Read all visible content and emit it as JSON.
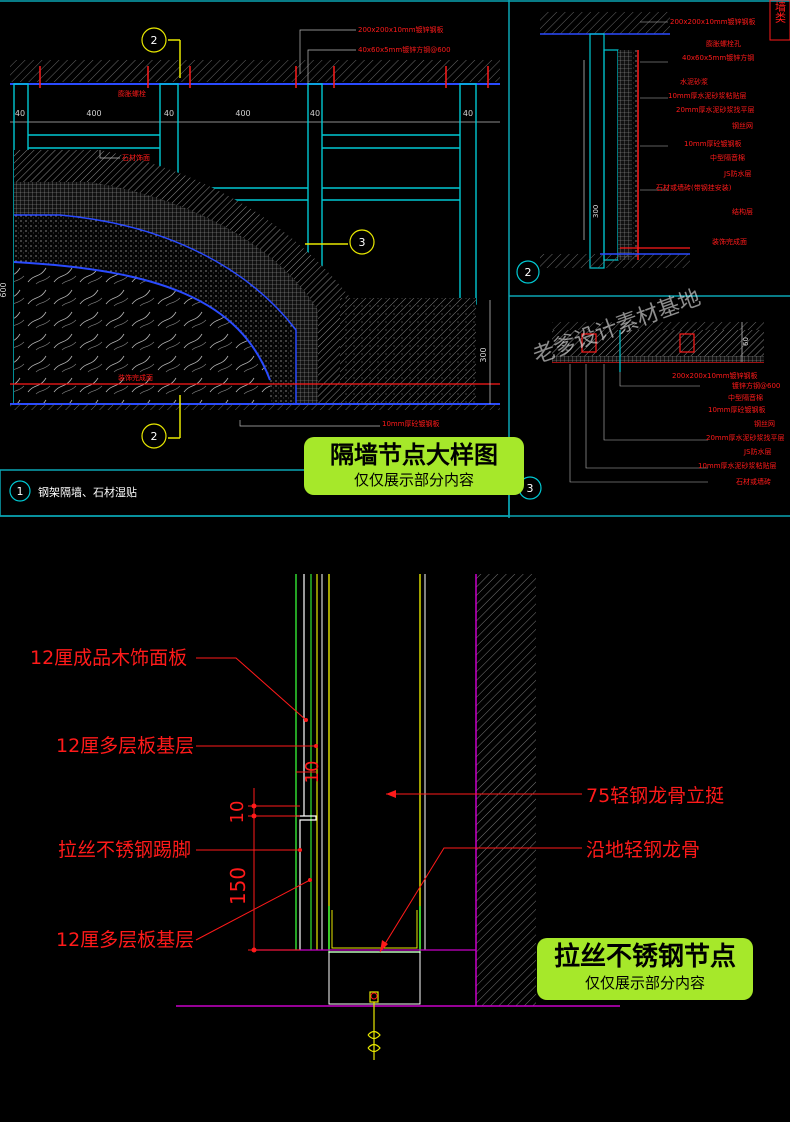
{
  "top": {
    "title_badge": {
      "main": "隔墙节点大样图",
      "sub": "仅仅展示部分内容"
    },
    "watermark": "老爹设计素材基地",
    "corner_tag": "墙类",
    "detail1": {
      "number": "1",
      "caption": "钢架隔墙、石材湿贴",
      "callout_2": "2",
      "callout_3": "3",
      "dims": [
        "40",
        "400",
        "40",
        "400",
        "40",
        "40"
      ],
      "dim_side": "300",
      "dim_left": "600",
      "labels": {
        "plate": "200x200x10mm镀锌钢板",
        "tube": "40x60x5mm镀锌方钢@600",
        "bolt": "膨胀螺栓",
        "stone": "石材饰面",
        "finish": "装饰完成面",
        "bottom_plate": "10mm厚砼镀钢板"
      }
    },
    "detail2": {
      "number": "2",
      "dim": "300",
      "labels": [
        "200x200x10mm镀锌钢板",
        "膨胀螺栓孔",
        "40x60x5mm镀锌方钢",
        "水泥砂浆",
        "10mm厚水泥砂浆粘贴层",
        "20mm厚水泥砂浆找平层",
        "钢丝网",
        "10mm厚砼镀钢板",
        "中型隔音棉",
        "JS防水层",
        "石材或墙砖(带钢挂安装)",
        "结构层",
        "装饰完成面"
      ]
    },
    "detail3": {
      "number": "3",
      "dim": "60",
      "labels": [
        "200x200x10mm镀锌钢板",
        "镀锌方钢@600",
        "中型隔音棉",
        "10mm厚砼镀钢板",
        "钢丝网",
        "20mm厚水泥砂浆找平层",
        "JS防水层",
        "10mm厚水泥砂浆粘贴层",
        "石材或墙砖"
      ]
    }
  },
  "bottom": {
    "title_badge": {
      "main": "拉丝不锈钢节点",
      "sub": "仅仅展示部分内容"
    },
    "labels": {
      "wood_panel": "12厘成品木饰面板",
      "plywood_top": "12厘多层板基层",
      "skirting": "拉丝不锈钢踢脚",
      "plywood_bottom": "12厘多层板基层",
      "stud": "75轻钢龙骨立挺",
      "floor_runner": "沿地轻钢龙骨"
    },
    "dims": {
      "gap": "10",
      "height": "150",
      "offset": "10"
    }
  },
  "colors": {
    "cyan": "#00c8d2",
    "red": "#ff1a1a",
    "yellow": "#e8e800",
    "green": "#33e633",
    "white": "#ffffff",
    "magenta": "#c800c8",
    "badge": "#a6e82a",
    "border": "#0aa6b4"
  }
}
